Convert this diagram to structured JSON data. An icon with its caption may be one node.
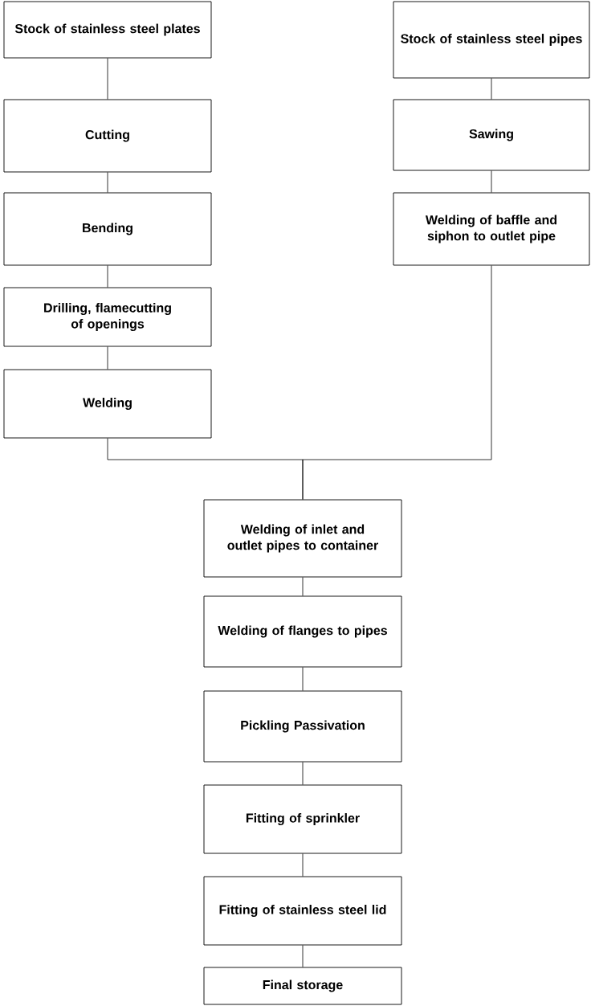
{
  "diagram": {
    "nodes": [
      {
        "text": [
          "Stock of stainless steel plates"
        ]
      },
      {
        "text": [
          "Cutting"
        ]
      },
      {
        "text": [
          "Bending"
        ]
      },
      {
        "text": [
          "Drilling, flamecutting of openings"
        ]
      },
      {
        "text": [
          "Welding"
        ]
      },
      {
        "text": [
          "Stock of stainless steel pipes"
        ]
      },
      {
        "text": [
          "Sawing"
        ]
      },
      {
        "text": [
          "Welding of baffle and siphon to outlet pipe"
        ]
      },
      {
        "text": [
          "Welding of inlet and outlet pipes to container"
        ]
      },
      {
        "text": [
          "Welding of flanges to pipes"
        ]
      },
      {
        "text": [
          "Pickling Passivation"
        ]
      },
      {
        "text": [
          "Fitting of sprinkler"
        ]
      },
      {
        "text": [
          "Fitting of stainless steel lid"
        ]
      },
      {
        "text": [
          "Final storage"
        ]
      }
    ],
    "edges": [
      {
        "from": 0,
        "to": 1,
        "arrow": "none"
      },
      {
        "from": 1,
        "to": 2,
        "arrow": "none"
      },
      {
        "from": 2,
        "to": 3,
        "arrow": "none"
      },
      {
        "from": 3,
        "to": 4,
        "arrow": "none"
      },
      {
        "from": 5,
        "to": 6,
        "arrow": "none"
      },
      {
        "from": 6,
        "to": 7,
        "arrow": "none"
      },
      {
        "from": 4,
        "to": 8,
        "arrow": "none"
      },
      {
        "from": 7,
        "to": 8,
        "arrow": "none"
      },
      {
        "from": 8,
        "to": 9,
        "arrow": "none"
      },
      {
        "from": 9,
        "to": 10,
        "arrow": "none"
      },
      {
        "from": 10,
        "to": 11,
        "arrow": "none"
      },
      {
        "from": 11,
        "to": 12,
        "arrow": "none"
      },
      {
        "from": 12,
        "to": 13,
        "arrow": "none"
      }
    ]
  }
}
